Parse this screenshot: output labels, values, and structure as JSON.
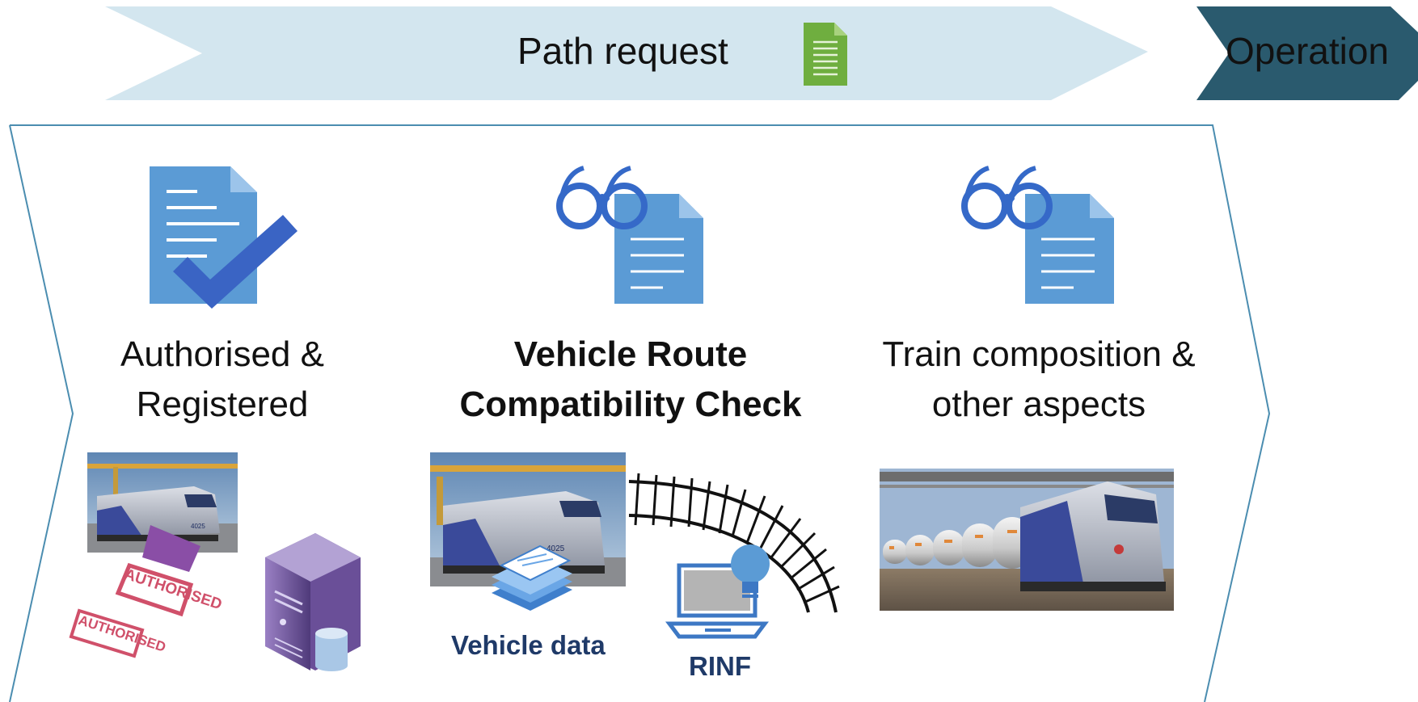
{
  "stages": {
    "path_request": "Path request",
    "operation": "Operation"
  },
  "steps": [
    {
      "label_line1": "Authorised &",
      "label_line2": "Registered",
      "icon": "document-check-icon"
    },
    {
      "label_line1": "Vehicle Route",
      "label_line2": "Compatibility Check",
      "icon": "glasses-document-icon",
      "bold": true
    },
    {
      "label_line1": "Train composition &",
      "label_line2": "other aspects",
      "icon": "glasses-document-icon"
    }
  ],
  "captions": {
    "vehicle_data": "Vehicle data",
    "rinf": "RINF"
  },
  "stamp_text": "AUTHORISED",
  "locomotive_number": "4025",
  "colors": {
    "path_arrow": "#d3e6ef",
    "operation_arrow": "#2a5a6e",
    "document_blue": "#5b9bd5",
    "check_blue": "#3a64c4",
    "glasses_blue": "#3569c8",
    "server_purple": "#7a5ba6",
    "stamp_red": "#d0506a",
    "text_navy": "#1f3a68",
    "frame_line": "#4b8db0"
  }
}
